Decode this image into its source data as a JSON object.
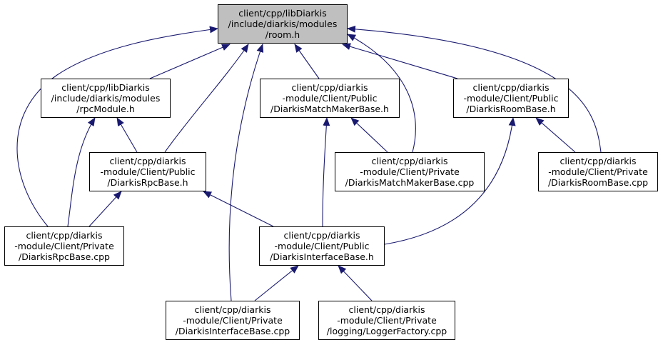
{
  "colors": {
    "edge": "#191970",
    "root_fill": "#bfbfbf",
    "node_fill": "#ffffff",
    "border": "#000000"
  },
  "nodes": {
    "room_h": [
      "client/cpp/libDiarkis",
      "/include/diarkis/modules",
      "/room.h"
    ],
    "rpc_module_h": [
      "client/cpp/libDiarkis",
      "/include/diarkis/modules",
      "/rpcModule.h"
    ],
    "match_maker_base_h": [
      "client/cpp/diarkis",
      "-module/Client/Public",
      "/DiarkisMatchMakerBase.h"
    ],
    "room_base_h": [
      "client/cpp/diarkis",
      "-module/Client/Public",
      "/DiarkisRoomBase.h"
    ],
    "rpc_base_h": [
      "client/cpp/diarkis",
      "-module/Client/Public",
      "/DiarkisRpcBase.h"
    ],
    "match_maker_base_cpp": [
      "client/cpp/diarkis",
      "-module/Client/Private",
      "/DiarkisMatchMakerBase.cpp"
    ],
    "room_base_cpp": [
      "client/cpp/diarkis",
      "-module/Client/Private",
      "/DiarkisRoomBase.cpp"
    ],
    "rpc_base_cpp": [
      "client/cpp/diarkis",
      "-module/Client/Private",
      "/DiarkisRpcBase.cpp"
    ],
    "interface_base_h": [
      "client/cpp/diarkis",
      "-module/Client/Public",
      "/DiarkisInterfaceBase.h"
    ],
    "interface_base_cpp": [
      "client/cpp/diarkis",
      "-module/Client/Private",
      "/DiarkisInterfaceBase.cpp"
    ],
    "logger_factory_cpp": [
      "client/cpp/diarkis",
      "-module/Client/Private",
      "/logging/LoggerFactory.cpp"
    ]
  },
  "edges": [
    {
      "from": "rpc_module_h",
      "to": "room_h"
    },
    {
      "from": "rpc_base_h",
      "to": "room_h"
    },
    {
      "from": "interface_base_cpp",
      "to": "room_h"
    },
    {
      "from": "match_maker_base_h",
      "to": "room_h"
    },
    {
      "from": "match_maker_base_cpp",
      "to": "room_h"
    },
    {
      "from": "room_base_h",
      "to": "room_h"
    },
    {
      "from": "room_base_cpp",
      "to": "room_h"
    },
    {
      "from": "rpc_base_cpp",
      "to": "room_h"
    },
    {
      "from": "rpc_base_h",
      "to": "rpc_module_h"
    },
    {
      "from": "rpc_base_cpp",
      "to": "rpc_module_h"
    },
    {
      "from": "rpc_base_cpp",
      "to": "rpc_base_h"
    },
    {
      "from": "interface_base_h",
      "to": "rpc_base_h"
    },
    {
      "from": "interface_base_h",
      "to": "match_maker_base_h"
    },
    {
      "from": "match_maker_base_cpp",
      "to": "match_maker_base_h"
    },
    {
      "from": "interface_base_h",
      "to": "room_base_h"
    },
    {
      "from": "room_base_cpp",
      "to": "room_base_h"
    },
    {
      "from": "interface_base_cpp",
      "to": "interface_base_h"
    },
    {
      "from": "logger_factory_cpp",
      "to": "interface_base_h"
    }
  ]
}
